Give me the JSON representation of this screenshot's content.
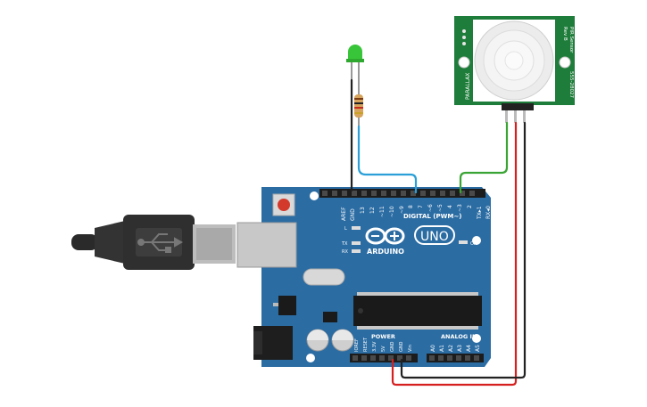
{
  "board": {
    "uno_badge": "UNO",
    "brand": "ARDUINO",
    "digital_label": "DIGITAL (PWM~)",
    "analog_label": "ANALOG IN",
    "power_label": "POWER",
    "on_label": "ON",
    "led_l": "L",
    "led_tx": "TX",
    "led_rx": "RX",
    "digital_pins": [
      "AREF",
      "GND",
      "13",
      "12",
      "~11",
      "~10",
      "~9",
      "8",
      "7",
      "~6",
      "~5",
      "4",
      "~3",
      "2",
      "TX▸1",
      "RX◂0"
    ],
    "power_pins": [
      "IOREF",
      "RESET",
      "3.3V",
      "5V",
      "GND",
      "GND",
      "Vin"
    ],
    "analog_pins": [
      "A0",
      "A1",
      "A2",
      "A3",
      "A4",
      "A5"
    ]
  },
  "sensor": {
    "brand": "PARALLAX",
    "title_line1": "PIR Sensor",
    "title_line2": "Rev B",
    "part_number": "555-28027"
  },
  "wires": {
    "gnd_wire_color": "#222222",
    "digital7_wire_color": "#2a9fd8",
    "digital2_wire_color": "#3aa535",
    "power_5v_wire_color": "#d62020",
    "sensor_gnd_wire_color": "#222222"
  },
  "colors": {
    "board_blue": "#2b6ca3",
    "sensor_green": "#1e7d3a",
    "led_green": "#39c53a"
  }
}
